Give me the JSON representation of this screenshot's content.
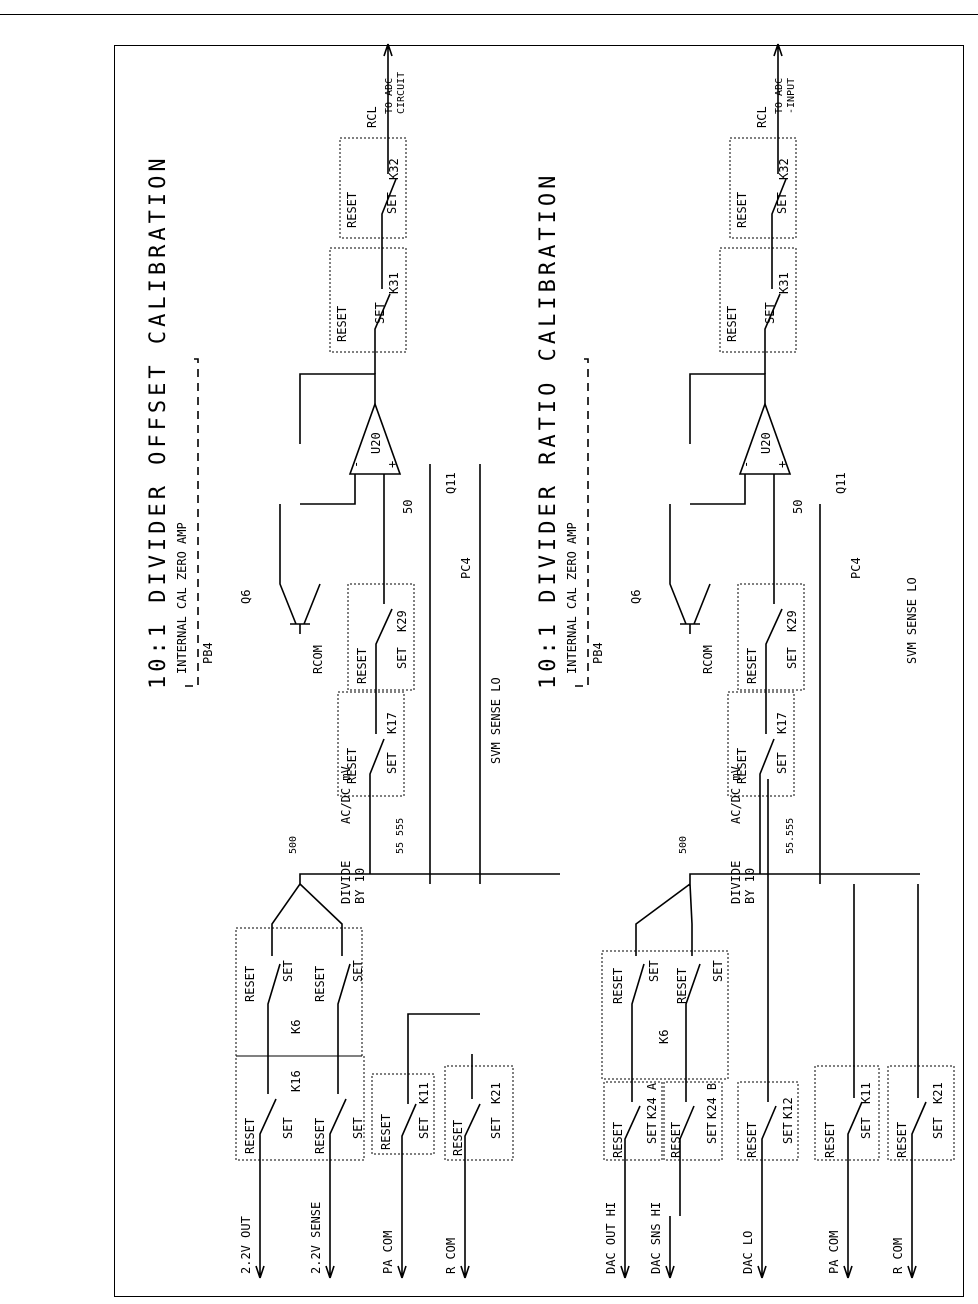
{
  "page": {
    "background": "#ffffff",
    "ink": "#000000"
  },
  "diagrams": [
    {
      "title": "10:1 DIVIDER OFFSET CALIBRATION",
      "amp_label": "INTERNAL CAL ZERO AMP",
      "inputs": [
        "2.2V OUT",
        "2.2V SENSE",
        "PA COM",
        "R COM"
      ],
      "input_relays": [
        "K16",
        "K11",
        "K21"
      ],
      "k6": "K6",
      "reset": "RESET",
      "set": "SET",
      "divide": [
        "DIVIDE",
        "BY 10"
      ],
      "r500": "500",
      "r55": "55 555",
      "acdc": "AC/DC mV",
      "sense_lo": "SVM SENSE LO",
      "k17": "K17",
      "k29": "K29",
      "rcom": "RCOM",
      "pb4": "PB4",
      "q6": "Q6",
      "pc4": "PC4",
      "r50": "50",
      "q11": "Q11",
      "u20": "U20",
      "minus": "-",
      "plus": "+",
      "k31": "K31",
      "k32": "K32",
      "rcl": "RCL",
      "out": [
        "TO ADC",
        "CIRCUIT"
      ]
    },
    {
      "title": "10:1 DIVIDER RATIO CALIBRATION",
      "amp_label": "INTERNAL CAL ZERO AMP",
      "inputs": [
        "DAC OUT HI",
        "DAC SNS HI",
        "DAC LO",
        "PA COM",
        "R COM"
      ],
      "input_relays": [
        "K24 A",
        "K24 B",
        "K12",
        "K11",
        "K21"
      ],
      "k6": "K6",
      "reset": "RESET",
      "set": "SET",
      "divide": [
        "DIVIDE",
        "BY 10"
      ],
      "r500": "500",
      "r55": "55.555",
      "acdc": "AC/DC mV",
      "sense_lo": "SVM SENSE LO",
      "k17": "K17",
      "k29": "K29",
      "rcom": "RCOM",
      "pb4": "PB4",
      "q6": "Q6",
      "pc4": "PC4",
      "r50": "50",
      "q11": "Q11",
      "u20": "U20",
      "minus": "-",
      "plus": "+",
      "k31": "K31",
      "k32": "K32",
      "rcl": "RCL",
      "out": [
        "TO ADC",
        "-INPUT"
      ]
    }
  ]
}
